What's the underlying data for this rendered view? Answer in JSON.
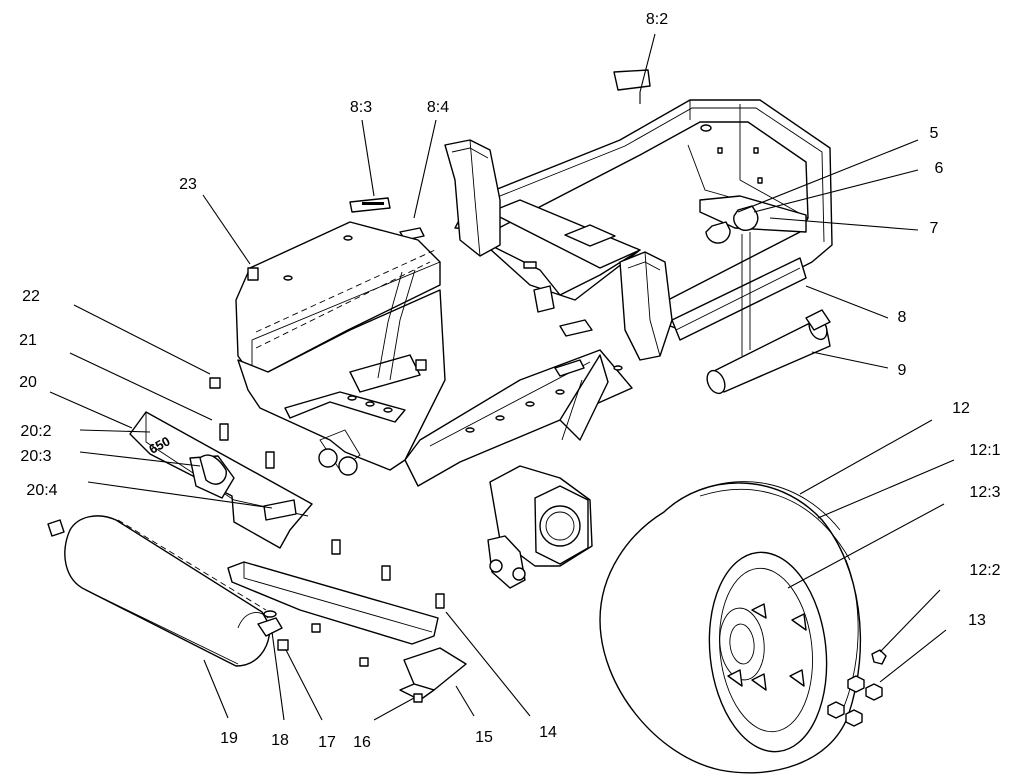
{
  "callouts": {
    "c8_2": "8:2",
    "c8_3": "8:3",
    "c8_4": "8:4",
    "c23": "23",
    "c22": "22",
    "c21": "21",
    "c20": "20",
    "c20_2": "20:2",
    "c20_3": "20:3",
    "c20_4": "20:4",
    "c5": "5",
    "c6": "6",
    "c7": "7",
    "c8": "8",
    "c9": "9",
    "c12": "12",
    "c12_1": "12:1",
    "c12_3": "12:3",
    "c12_2": "12:2",
    "c13": "13",
    "c14": "14",
    "c15": "15",
    "c16": "16",
    "c17": "17",
    "c18": "18",
    "c19": "19"
  },
  "decal_text": {
    "model_decal": "650"
  },
  "colors": {
    "ink": "#000000",
    "paper": "#ffffff"
  }
}
